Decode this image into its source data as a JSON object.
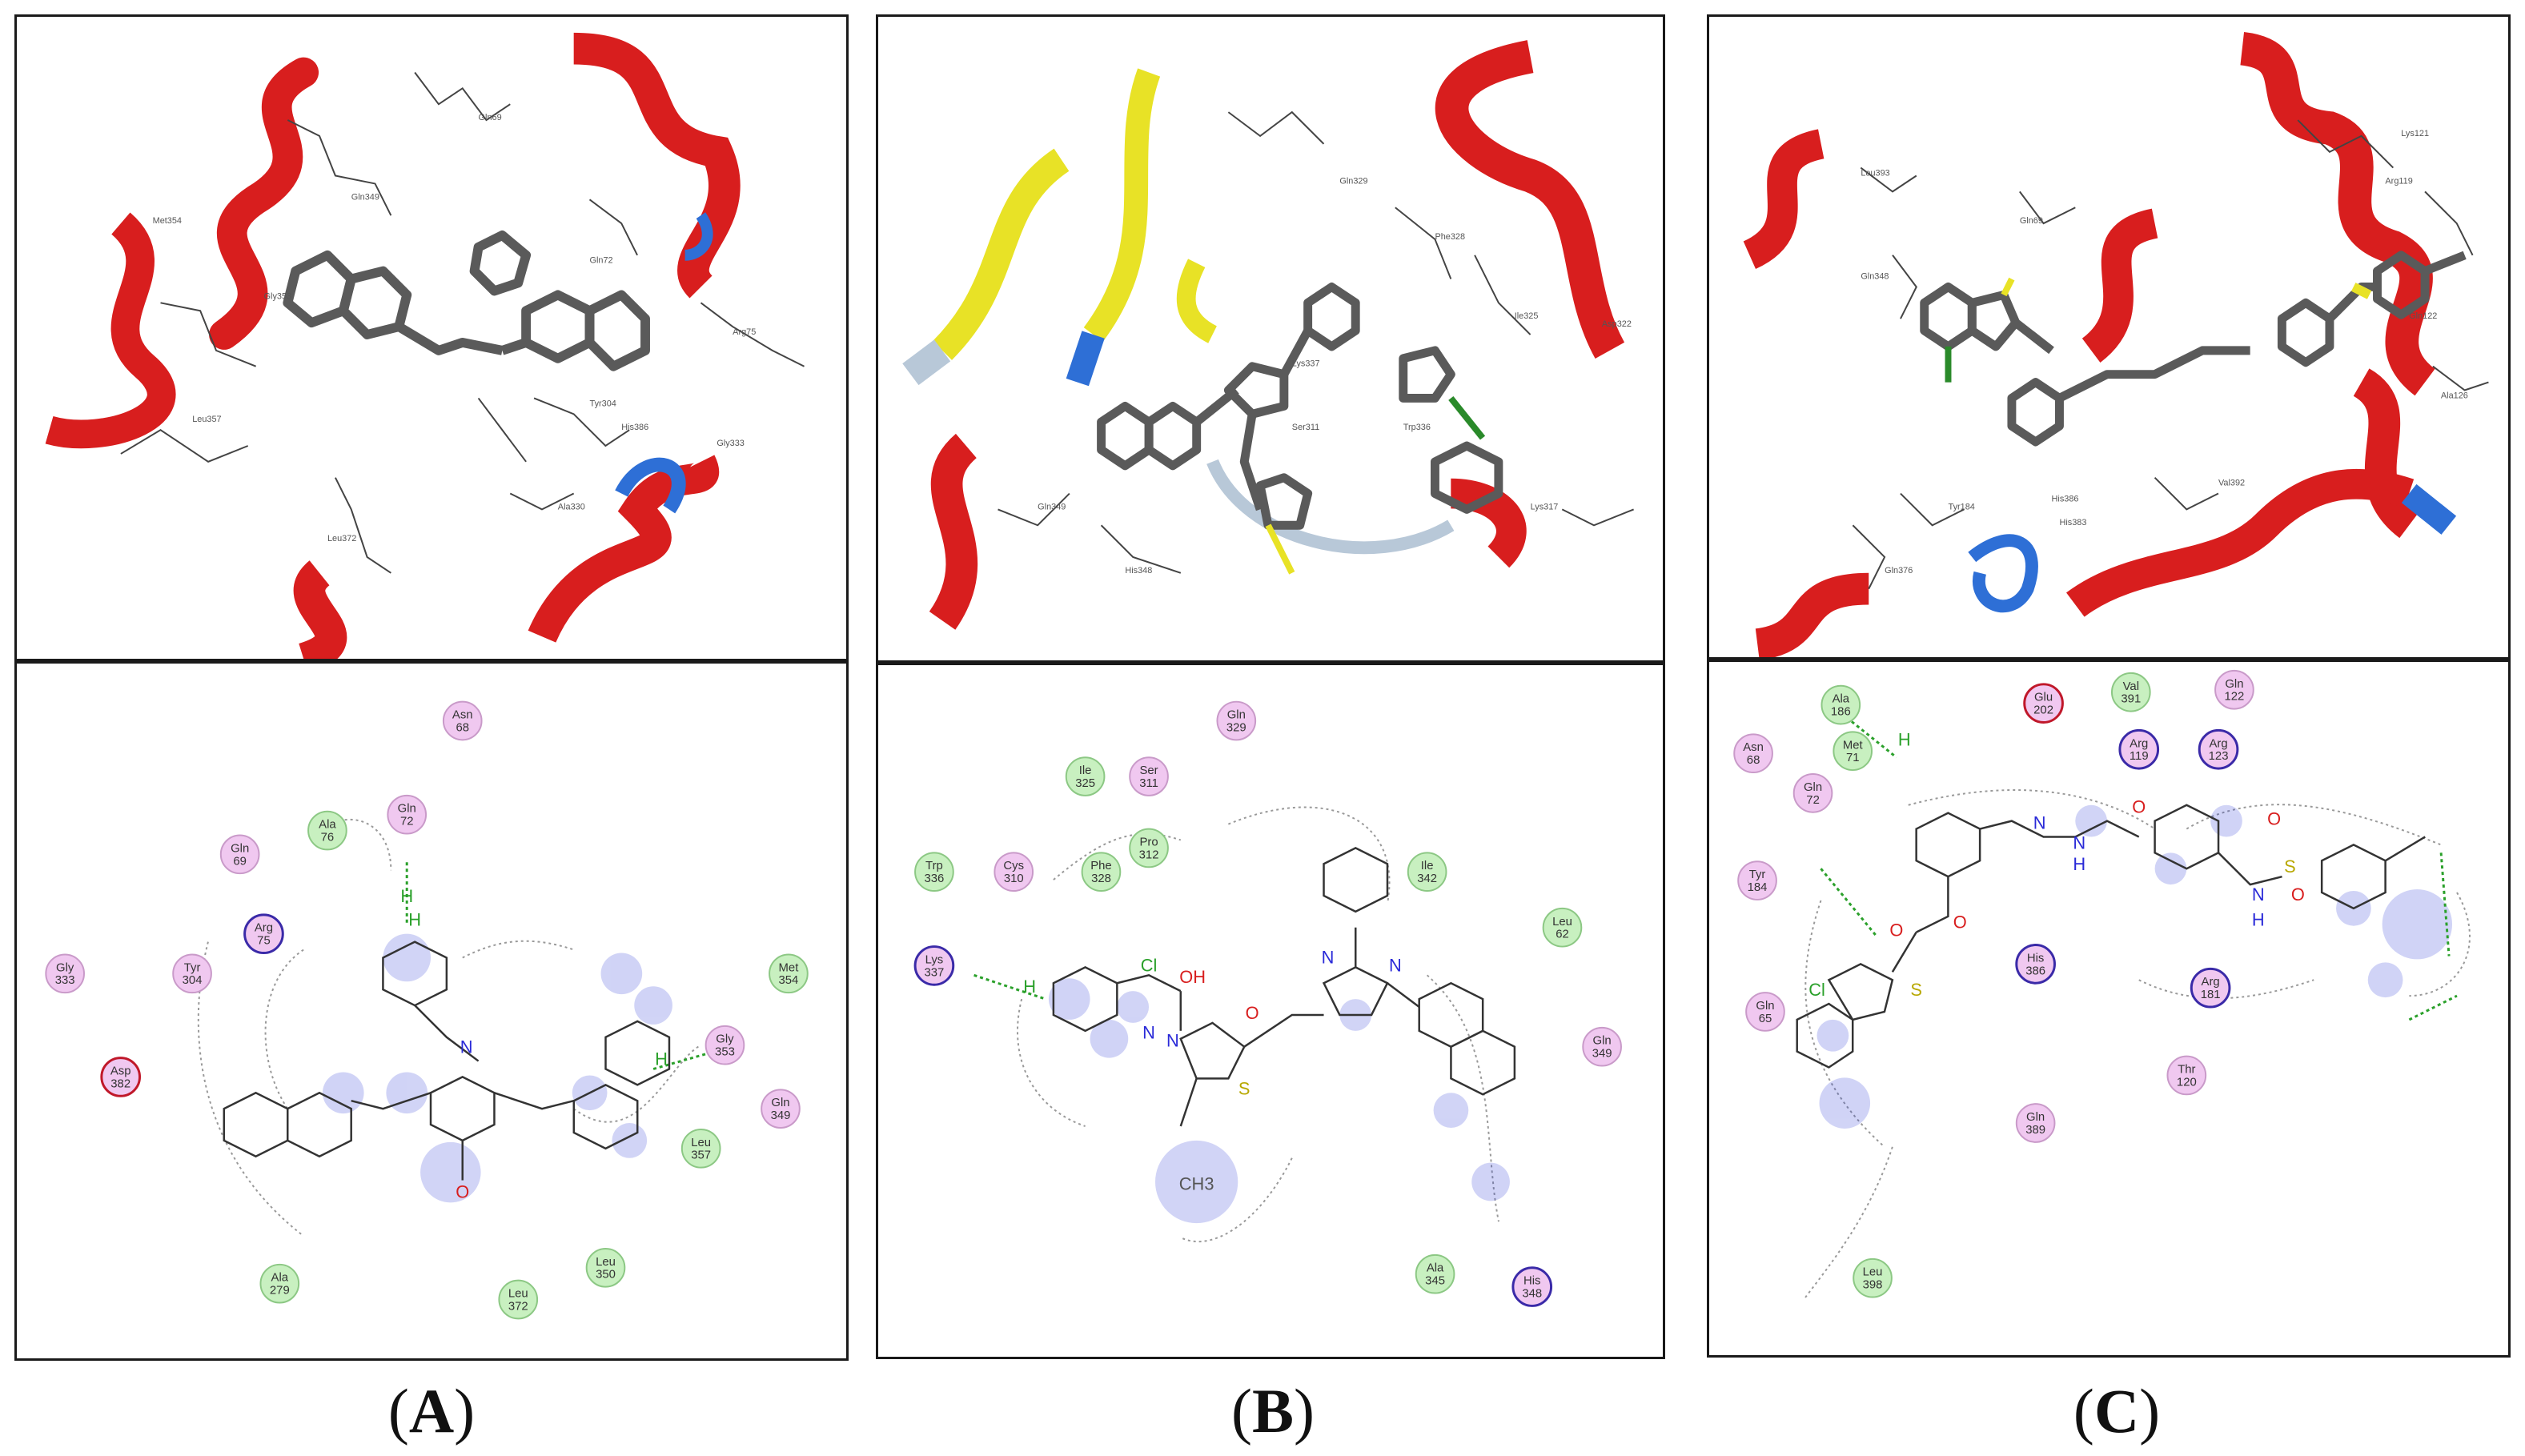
{
  "panels": [
    {
      "id": "A",
      "caption_open": "(",
      "caption_letter": "A",
      "caption_close": ")",
      "top_labels": [
        "Gln349",
        "Met354",
        "Gly353",
        "Leu357",
        "Leu372",
        "Gln72",
        "Arg75",
        "Tyr304",
        "His386",
        "Gly333",
        "Ala330",
        "Gln69"
      ],
      "residues": [
        {
          "name": "Asn",
          "num": "68",
          "type": "polar"
        },
        {
          "name": "Gln",
          "num": "72",
          "type": "polar"
        },
        {
          "name": "Ala",
          "num": "76",
          "type": "hydrophobic"
        },
        {
          "name": "Gln",
          "num": "69",
          "type": "polar"
        },
        {
          "name": "Arg",
          "num": "75",
          "type": "basic"
        },
        {
          "name": "Tyr",
          "num": "304",
          "type": "polar"
        },
        {
          "name": "Gly",
          "num": "333",
          "type": "polar"
        },
        {
          "name": "Asp",
          "num": "382",
          "type": "acidic"
        },
        {
          "name": "Met",
          "num": "354",
          "type": "hydrophobic"
        },
        {
          "name": "Gly",
          "num": "353",
          "type": "polar"
        },
        {
          "name": "Gln",
          "num": "349",
          "type": "polar"
        },
        {
          "name": "Leu",
          "num": "357",
          "type": "hydrophobic"
        },
        {
          "name": "Ala",
          "num": "279",
          "type": "hydrophobic"
        },
        {
          "name": "Leu",
          "num": "372",
          "type": "hydrophobic"
        },
        {
          "name": "Leu",
          "num": "350",
          "type": "hydrophobic"
        }
      ],
      "atoms": [
        "N",
        "H",
        "O",
        "H",
        "H"
      ]
    },
    {
      "id": "B",
      "caption_open": "(",
      "caption_letter": "B",
      "caption_close": ")",
      "top_labels": [
        "Gln329",
        "Phe328",
        "Ile325",
        "Asp322",
        "Lys337",
        "Ser311",
        "Trp336",
        "Gln349",
        "His348",
        "Lys317"
      ],
      "residues": [
        {
          "name": "Gln",
          "num": "329",
          "type": "polar"
        },
        {
          "name": "Ile",
          "num": "325",
          "type": "hydrophobic"
        },
        {
          "name": "Ser",
          "num": "311",
          "type": "polar"
        },
        {
          "name": "Trp",
          "num": "336",
          "type": "hydrophobic"
        },
        {
          "name": "Cys",
          "num": "310",
          "type": "polar"
        },
        {
          "name": "Phe",
          "num": "328",
          "type": "hydrophobic"
        },
        {
          "name": "Pro",
          "num": "312",
          "type": "hydrophobic"
        },
        {
          "name": "Ile",
          "num": "342",
          "type": "hydrophobic"
        },
        {
          "name": "Leu",
          "num": "62",
          "type": "hydrophobic"
        },
        {
          "name": "Lys",
          "num": "337",
          "type": "basic"
        },
        {
          "name": "Gln",
          "num": "349",
          "type": "polar"
        },
        {
          "name": "Ala",
          "num": "345",
          "type": "hydrophobic"
        },
        {
          "name": "His",
          "num": "348",
          "type": "basic"
        }
      ],
      "atoms": [
        "Cl",
        "OH",
        "O",
        "N",
        "N",
        "S",
        "N",
        "N",
        "H",
        "CH3"
      ]
    },
    {
      "id": "C",
      "caption_open": "(",
      "caption_letter": "C",
      "caption_close": ")",
      "top_labels": [
        "Leu393",
        "Gln69",
        "Gln348",
        "Lys121",
        "Arg119",
        "Gln122",
        "Ala126",
        "Tyr184",
        "His386",
        "His383",
        "Gln376",
        "Val392"
      ],
      "residues": [
        {
          "name": "Ala",
          "num": "186",
          "type": "hydrophobic"
        },
        {
          "name": "Asn",
          "num": "68",
          "type": "polar"
        },
        {
          "name": "Met",
          "num": "71",
          "type": "hydrophobic"
        },
        {
          "name": "Gln",
          "num": "72",
          "type": "polar"
        },
        {
          "name": "Glu",
          "num": "202",
          "type": "acidic"
        },
        {
          "name": "Val",
          "num": "391",
          "type": "hydrophobic"
        },
        {
          "name": "Gln",
          "num": "122",
          "type": "polar"
        },
        {
          "name": "Arg",
          "num": "119",
          "type": "basic"
        },
        {
          "name": "Arg",
          "num": "123",
          "type": "basic"
        },
        {
          "name": "Tyr",
          "num": "184",
          "type": "polar"
        },
        {
          "name": "His",
          "num": "386",
          "type": "basic"
        },
        {
          "name": "Gln",
          "num": "65",
          "type": "polar"
        },
        {
          "name": "Arg",
          "num": "181",
          "type": "basic"
        },
        {
          "name": "Thr",
          "num": "120",
          "type": "polar"
        },
        {
          "name": "Gln",
          "num": "389",
          "type": "polar"
        },
        {
          "name": "Leu",
          "num": "398",
          "type": "hydrophobic"
        }
      ],
      "atoms": [
        "H",
        "N",
        "N",
        "O",
        "O",
        "O",
        "S",
        "Cl",
        "O",
        "S",
        "O",
        "N",
        "H",
        "H"
      ]
    }
  ],
  "colors": {
    "helix": "#d81e1e",
    "helix_dark": "#8e0f0f",
    "strand": "#e8e226",
    "coil": "#b8c8d8",
    "turn_blue": "#2e6fd6",
    "ligand": "#555555",
    "polar_fill": "#f0c8f0",
    "polar_stroke": "#c99ac9",
    "hydrophobic_fill": "#c8f0c0",
    "hydrophobic_stroke": "#8cc884",
    "basic_stroke": "#3a2aa8",
    "acidic_stroke": "#c0182a",
    "exposure": "#2c3cd8",
    "hbond": "#2aa02a"
  }
}
